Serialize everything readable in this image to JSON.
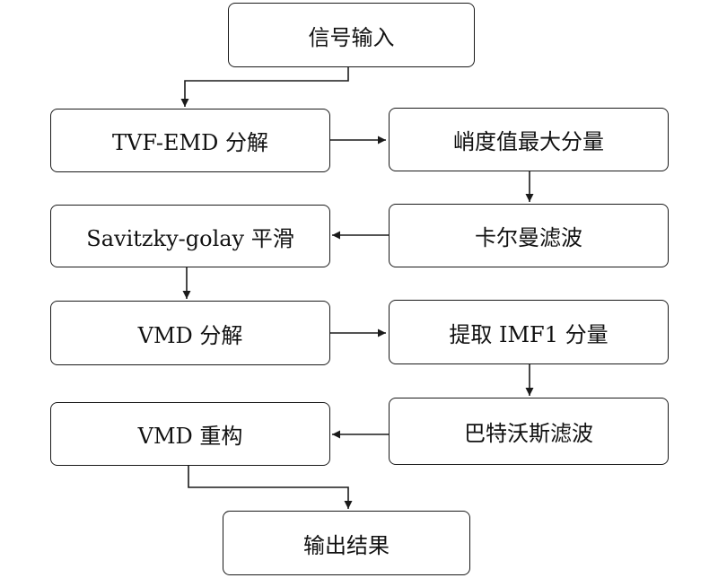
{
  "nodes": {
    "signal_input": "信号输入",
    "tvf_emd": "TVF-EMD 分解",
    "kurtosis_max": "峭度值最大分量",
    "kalman": "卡尔曼滤波",
    "savitzky_golay": "Savitzky-golay 平滑",
    "vmd_decomp": "VMD 分解",
    "extract_imf1": "提取 IMF1 分量",
    "butterworth": "巴特沃斯滤波",
    "vmd_reconstruct": "VMD 重构",
    "output_result": "输出结果"
  }
}
